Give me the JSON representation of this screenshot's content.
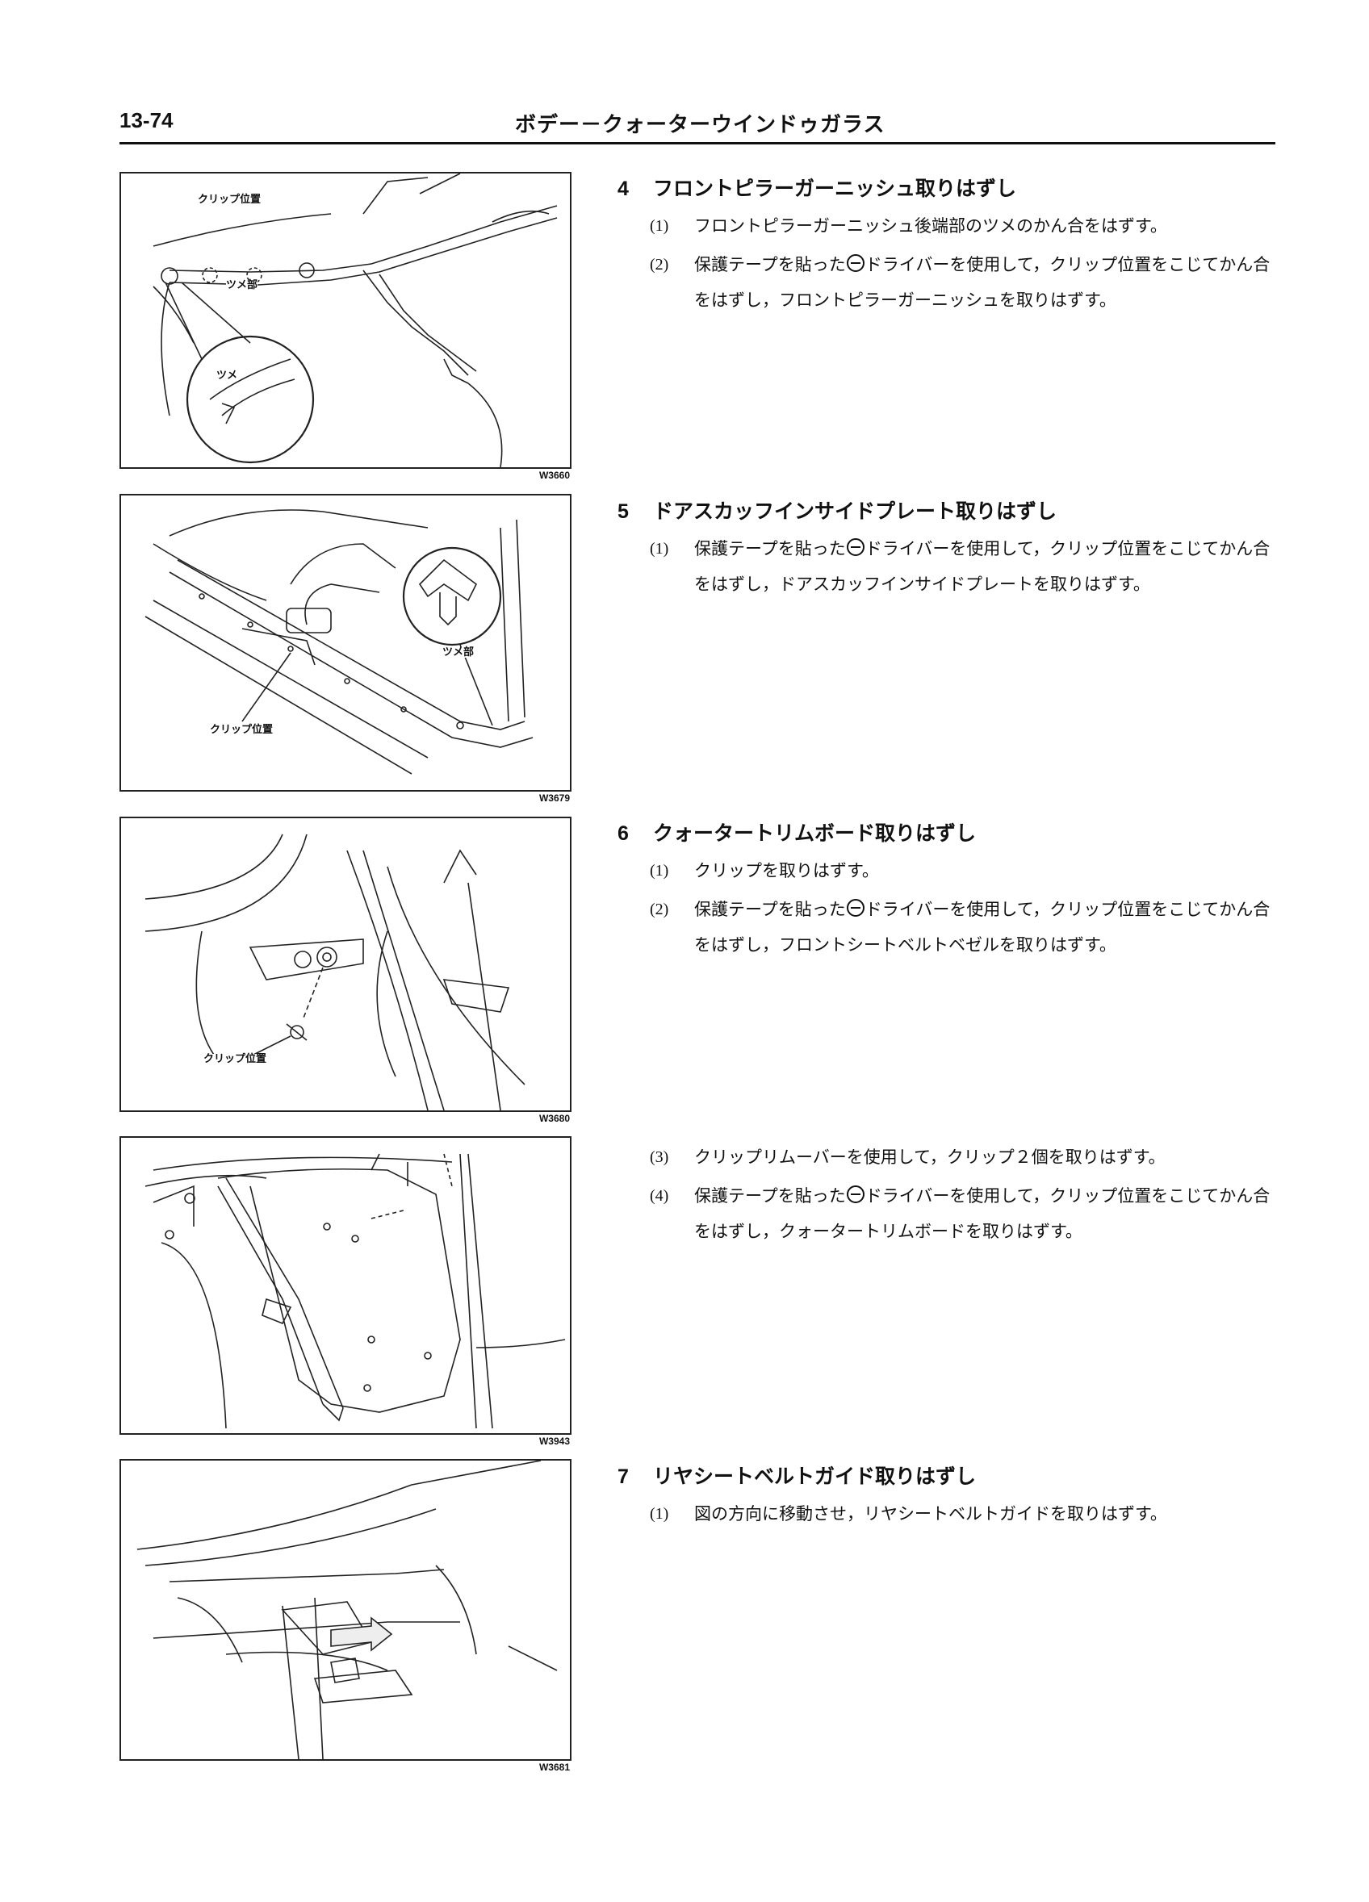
{
  "header": {
    "page_number": "13-74",
    "title": "ボデー－クォーターウインドゥガラス"
  },
  "figures": [
    {
      "code": "W3660",
      "labels": [
        "クリップ位置",
        "ツメ部",
        "ツメ"
      ]
    },
    {
      "code": "W3679",
      "labels": [
        "ツメ部",
        "クリップ位置"
      ]
    },
    {
      "code": "W3680",
      "labels": [
        "クリップ位置"
      ]
    },
    {
      "code": "W3943",
      "labels": []
    },
    {
      "code": "W3681",
      "labels": []
    }
  ],
  "steps": [
    {
      "number": "4",
      "title": "フロントピラーガーニッシュ取りはずし",
      "items": [
        {
          "num": "(1)",
          "text": "フロントピラーガーニッシュ後端部のツメのかん合をはずす。"
        },
        {
          "num": "(2)",
          "pre": "保護テープを貼った",
          "post": "ドライバーを使用して，クリップ位置をこじてかん合をはずし，フロントピラーガーニッシュを取りはずす。"
        }
      ]
    },
    {
      "number": "5",
      "title": "ドアスカッフインサイドプレート取りはずし",
      "items": [
        {
          "num": "(1)",
          "pre": "保護テープを貼った",
          "post": "ドライバーを使用して，クリップ位置をこじてかん合をはずし，ドアスカッフインサイドプレートを取りはずす。"
        }
      ]
    },
    {
      "number": "6",
      "title": "クォータートリムボード取りはずし",
      "items": [
        {
          "num": "(1)",
          "text": "クリップを取りはずす。"
        },
        {
          "num": "(2)",
          "pre": "保護テープを貼った",
          "post": "ドライバーを使用して，クリップ位置をこじてかん合をはずし，フロントシートベルトベゼルを取りはずす。"
        },
        {
          "num": "(3)",
          "text": "クリップリムーバーを使用して，クリップ２個を取りはずす。"
        },
        {
          "num": "(4)",
          "pre": "保護テープを貼った",
          "post": "ドライバーを使用して，クリップ位置をこじてかん合をはずし，クォータートリムボードを取りはずす。"
        }
      ]
    },
    {
      "number": "7",
      "title": "リヤシートベルトガイド取りはずし",
      "items": [
        {
          "num": "(1)",
          "text": "図の方向に移動させ，リヤシートベルトガイドを取りはずす。"
        }
      ]
    }
  ]
}
